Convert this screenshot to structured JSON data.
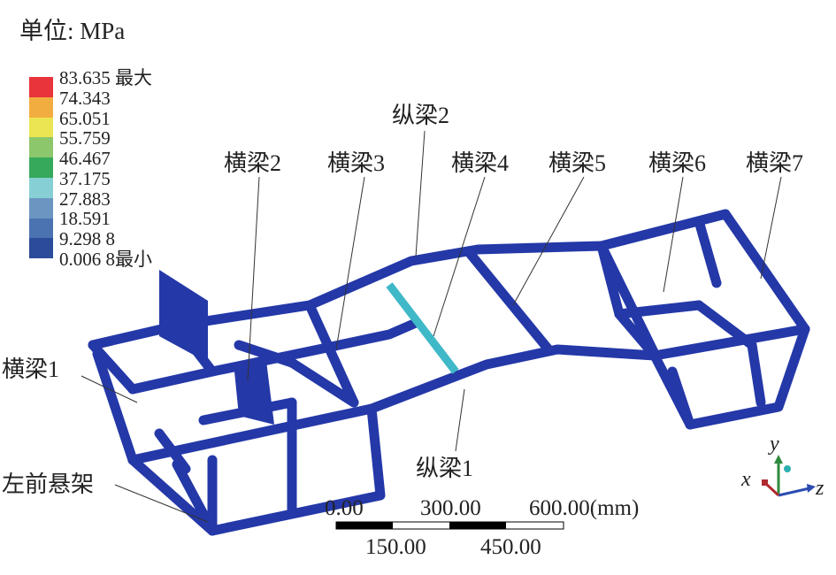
{
  "unit_label": "单位: MPa",
  "legend": {
    "values": [
      "83.635 最大",
      "74.343",
      "65.051",
      "55.759",
      "46.467",
      "37.175",
      "27.883",
      "18.591",
      "9.298 8",
      "0.006 8最小"
    ],
    "colors": [
      "#e8343a",
      "#f2ad40",
      "#ebe553",
      "#8dc76b",
      "#36a95b",
      "#86d0d5",
      "#6c95c1",
      "#4b73b1",
      "#2b4b9b"
    ]
  },
  "labels": {
    "hl1": "横梁1",
    "hl2": "横梁2",
    "hl3": "横梁3",
    "hl4": "横梁4",
    "hl5": "横梁5",
    "hl6": "横梁6",
    "hl7": "横梁7",
    "zl1": "纵梁1",
    "zl2": "纵梁2",
    "suspension": "左前悬架"
  },
  "scale_bar": {
    "top": [
      "0.00",
      "300.00",
      "600.00(mm)"
    ],
    "bottom": [
      "150.00",
      "450.00"
    ]
  },
  "axes": {
    "x": "x",
    "y": "y",
    "z": "z"
  },
  "frame_color": "#2438a8",
  "highlight_color": "#3fb8c8"
}
